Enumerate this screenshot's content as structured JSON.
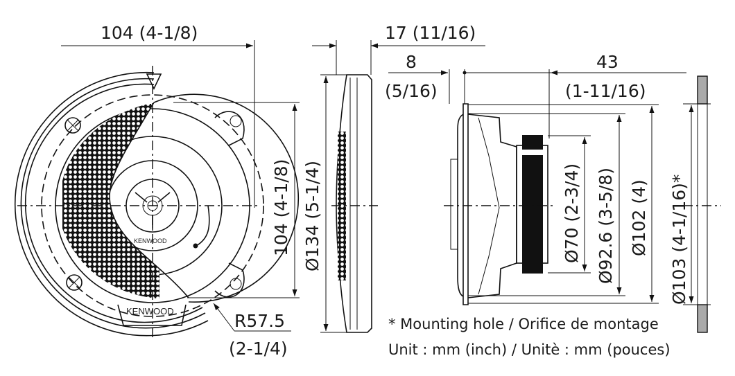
{
  "dimensions": {
    "front_width": "104 (4-1/8)",
    "front_height": "104 (4-1/8)",
    "overall_diameter": "Ø134 (5-1/4)",
    "grille_depth": "17 (11/16)",
    "flange_offset_mm": "8",
    "flange_offset_in": "(5/16)",
    "mount_depth_mm": "43",
    "mount_depth_in": "(1-11/16)",
    "magnet_diameter": "Ø70 (2-3/4)",
    "basket_diameter": "Ø92.6 (3-5/8)",
    "flange_diameter": "Ø102 (4)",
    "mounting_hole": "Ø103 (4-1/16)*",
    "radius_mm": "R57.5",
    "radius_in": "(2-1/4)"
  },
  "brand": "KENWOOD",
  "notes": {
    "mounting_hole": "* Mounting hole / Orifice de montage",
    "unit": "Unit : mm (inch) / Unitè : mm (pouces)"
  }
}
